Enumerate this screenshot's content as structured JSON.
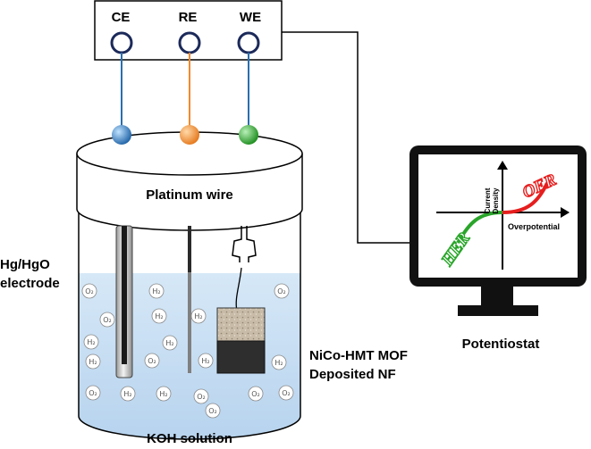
{
  "terminals": {
    "ce": "CE",
    "re": "RE",
    "we": "WE"
  },
  "labels": {
    "platinum_wire": "Platinum wire",
    "reference_electrode_line1": "Hg/HgO",
    "reference_electrode_line2": "electrode",
    "working_electrode_line1": "NiCo-HMT MOF",
    "working_electrode_line2": "Deposited NF",
    "electrolyte": "KOH solution",
    "instrument": "Potentiostat"
  },
  "plot": {
    "y_axis_line1": "Current",
    "y_axis_line2": "Density",
    "x_axis": "Overpotential",
    "curve_right": "OER",
    "curve_left": "HER"
  },
  "bubbles": {
    "oxygen": "O₂",
    "hydrogen": "H₂"
  },
  "colors": {
    "ce_lead": "#2a6fb0",
    "re_lead": "#f28a2e",
    "we_lead": "#2aa52a",
    "oer_curve": "#e61e1e",
    "her_curve": "#2aa52a",
    "solution": "#cfe3f4"
  }
}
